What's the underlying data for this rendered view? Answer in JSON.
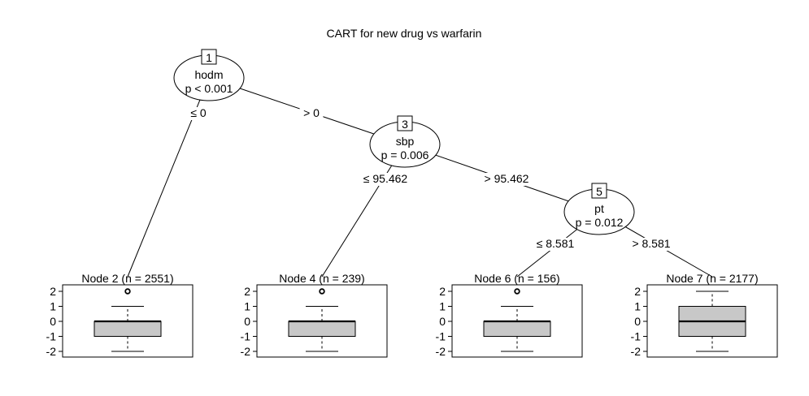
{
  "title": "CART for new drug  vs warfarin",
  "colors": {
    "box_fill": "#c8c8c8",
    "line": "#000000",
    "background": "#ffffff"
  },
  "inner_nodes": [
    {
      "id": "1",
      "variable": "hodm",
      "p_label": "p < 0.001"
    },
    {
      "id": "3",
      "variable": "sbp",
      "p_label": "p = 0.006"
    },
    {
      "id": "5",
      "variable": "pt",
      "p_label": "p = 0.012"
    }
  ],
  "edges": [
    {
      "from": "1",
      "to": "2",
      "label": "≤ 0"
    },
    {
      "from": "1",
      "to": "3",
      "label": "> 0"
    },
    {
      "from": "3",
      "to": "4",
      "label": "≤ 95.462"
    },
    {
      "from": "3",
      "to": "5",
      "label": "> 95.462"
    },
    {
      "from": "5",
      "to": "6",
      "label": "≤ 8.581"
    },
    {
      "from": "5",
      "to": "7",
      "label": "> 8.581"
    }
  ],
  "chart_data": {
    "type": "boxplot",
    "ylim": [
      -2,
      2
    ],
    "yticks": [
      "2",
      "1",
      "0",
      "-1",
      "-2"
    ],
    "terminal_nodes": [
      {
        "id": "2",
        "label": "Node 2 (n = 2551)",
        "min": -2,
        "q1": -1,
        "median": 0,
        "q3": 0,
        "max": 1,
        "outliers": [
          2
        ]
      },
      {
        "id": "4",
        "label": "Node 4 (n = 239)",
        "min": -2,
        "q1": -1,
        "median": 0,
        "q3": 0,
        "max": 1,
        "outliers": [
          2
        ]
      },
      {
        "id": "6",
        "label": "Node 6 (n = 156)",
        "min": -2,
        "q1": -1,
        "median": 0,
        "q3": 0,
        "max": 1,
        "outliers": [
          2
        ]
      },
      {
        "id": "7",
        "label": "Node 7 (n = 2177)",
        "min": -2,
        "q1": -1,
        "median": 0,
        "q3": 1,
        "max": 2,
        "outliers": []
      }
    ]
  }
}
